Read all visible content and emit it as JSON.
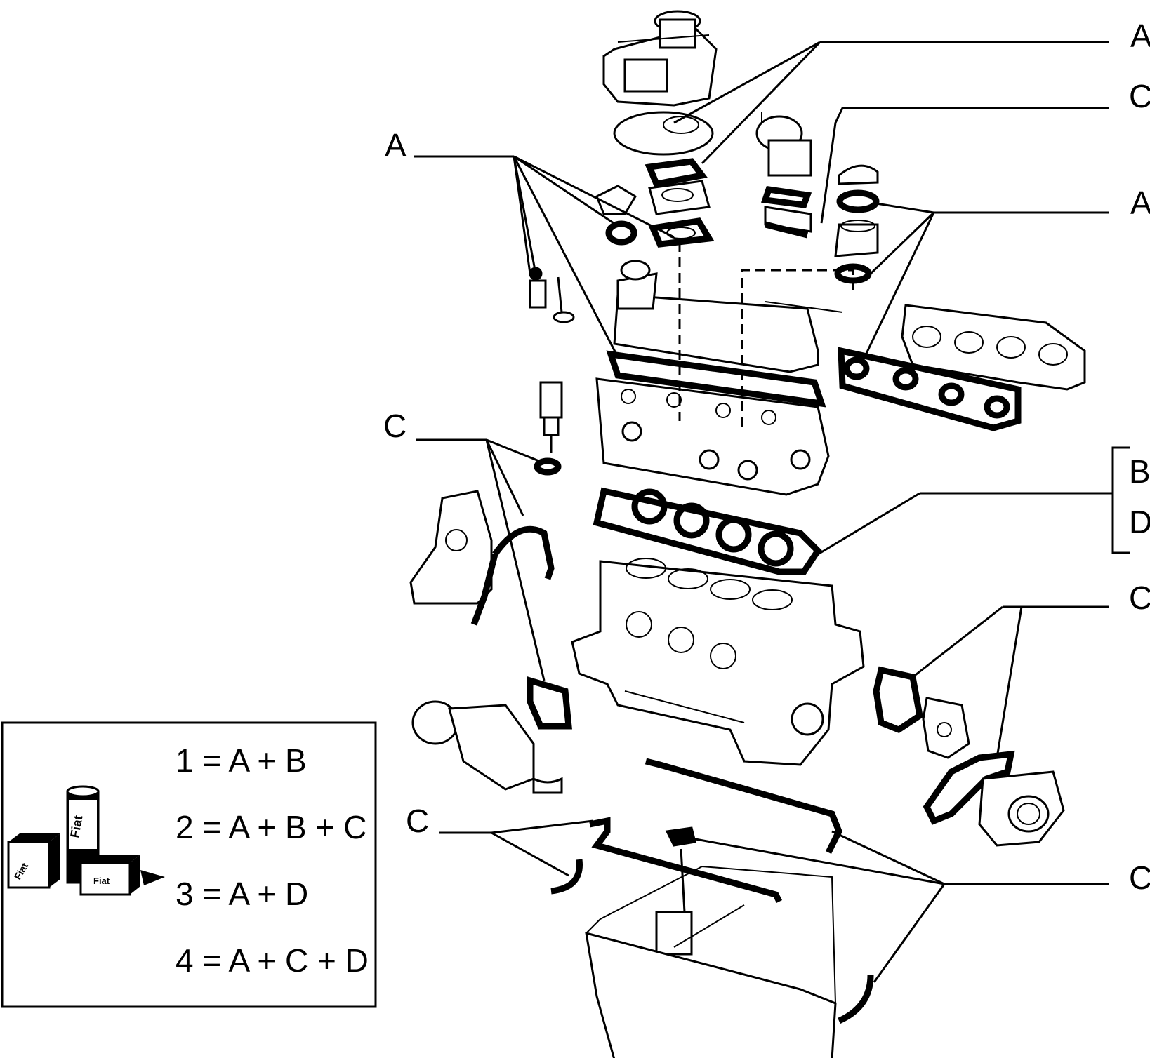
{
  "callouts": [
    {
      "id": "a-top-right",
      "text": "A"
    },
    {
      "id": "c-top-right",
      "text": "C"
    },
    {
      "id": "a-left",
      "text": "A"
    },
    {
      "id": "a-right-mid",
      "text": "A"
    },
    {
      "id": "c-left-mid",
      "text": "C"
    },
    {
      "id": "b-bracket",
      "text": "B"
    },
    {
      "id": "d-bracket",
      "text": "D"
    },
    {
      "id": "c-right-mid",
      "text": "C"
    },
    {
      "id": "c-left-low",
      "text": "C"
    },
    {
      "id": "c-right-low",
      "text": "C"
    }
  ],
  "legend": {
    "items": [
      {
        "text": "1 = A + B"
      },
      {
        "text": "2 = A + B + C"
      },
      {
        "text": "3 = A + D"
      },
      {
        "text": "4 = A + C + D"
      }
    ],
    "product_brand": "Fiat"
  },
  "colors": {
    "ink": "#000000",
    "paper": "#ffffff"
  }
}
